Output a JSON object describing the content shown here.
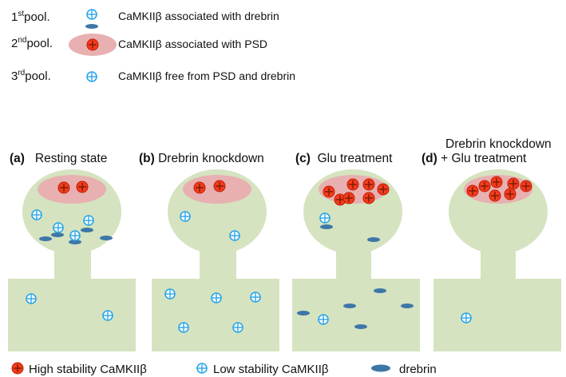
{
  "pools": [
    {
      "ordinal": "1",
      "suffix": "st",
      "word": "pool.",
      "description": "CaMKIIβ  associated with drebrin"
    },
    {
      "ordinal": "2",
      "suffix": "nd",
      "word": "pool.",
      "description": "CaMKIIβ  associated with PSD"
    },
    {
      "ordinal": "3",
      "suffix": "rd",
      "word": "pool.",
      "description": "CaMKIIβ  free from PSD and drebrin"
    }
  ],
  "panels": [
    {
      "letter": "(a)",
      "title": "Resting state",
      "title_line2": ""
    },
    {
      "letter": "(b)",
      "title": "Drebrin knockdown",
      "title_line2": ""
    },
    {
      "letter": "(c)",
      "title": "Glu treatment",
      "title_line2": ""
    },
    {
      "letter": "(d)",
      "title": "Drebrin knockdown",
      "title_line2": "+ Glu treatment"
    }
  ],
  "legend": {
    "high": "High stability CaMKIIβ",
    "low": "Low stability CaMKIIβ",
    "drebrin": "drebrin"
  },
  "colors": {
    "spine": "#d5e3c0",
    "psd": "#e8b0b0",
    "high_fill": "#f23c1e",
    "high_cross": "#7a1a00",
    "low_stroke": "#2aa6e8",
    "drebrin": "#3d77a8"
  }
}
